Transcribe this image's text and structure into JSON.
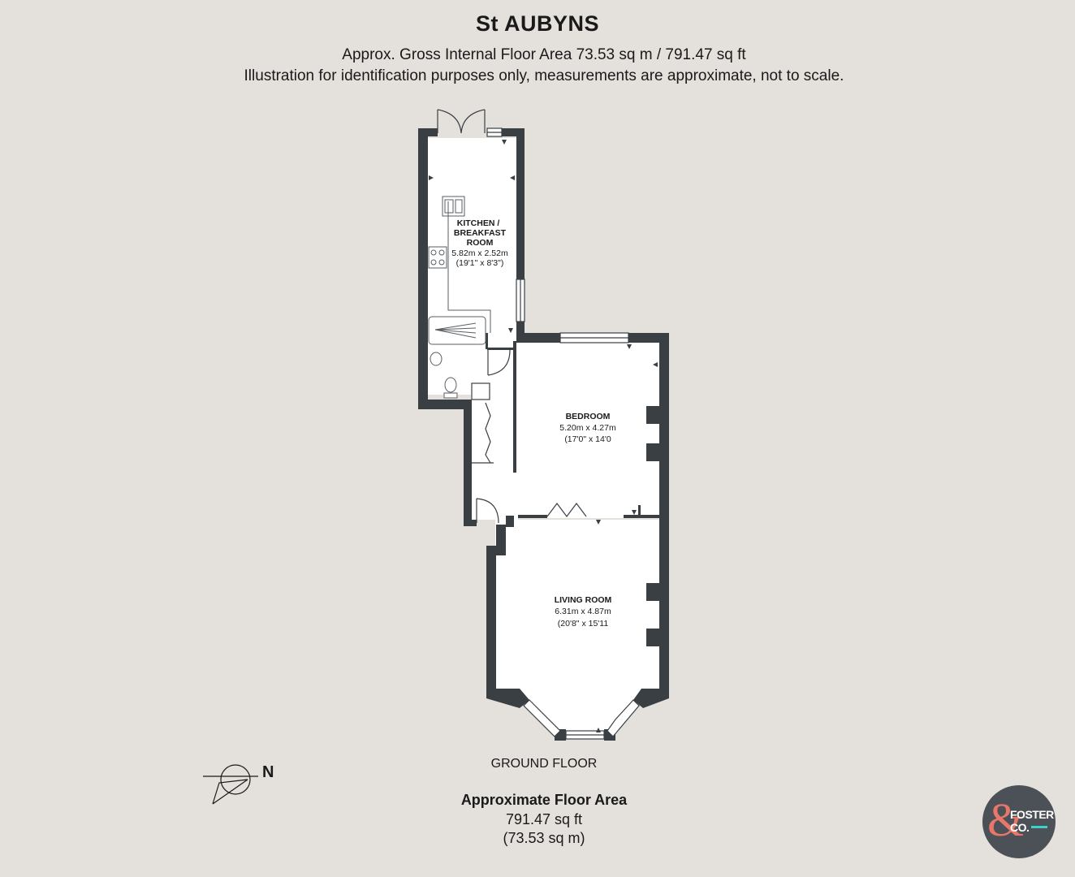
{
  "header": {
    "title": "St AUBYNS",
    "area_line": "Approx. Gross Internal Floor Area 73.53 sq m / 791.47 sq ft",
    "disclaimer": "Illustration for identification purposes only, measurements are approximate, not to scale."
  },
  "rooms": [
    {
      "name_lines": [
        "KITCHEN /",
        "BREAKFAST",
        "ROOM"
      ],
      "metric": "5.82m x 2.52m",
      "imperial": "(19'1\" x 8'3\")"
    },
    {
      "name_lines": [
        "BEDROOM"
      ],
      "metric": "5.20m x 4.27m",
      "imperial": "(17'0\" x 14'0"
    },
    {
      "name_lines": [
        "LIVING ROOM"
      ],
      "metric": "6.31m x 4.87m",
      "imperial": "(20'8\" x 15'11"
    }
  ],
  "floor_name": "GROUND FLOOR",
  "summary": {
    "title": "Approximate Floor Area",
    "sq_ft": "791.47 sq ft",
    "sq_m": "(73.53 sq m)"
  },
  "compass": {
    "label": "N"
  },
  "logo": {
    "amp": "&",
    "line1": "FOSTER",
    "line2": "CO."
  },
  "colors": {
    "background": "#e4e0dc",
    "wall": "#3a3f44",
    "logo_bg": "#4b5157",
    "logo_accent": "#e8776a",
    "logo_bar": "#3fd0c9"
  }
}
